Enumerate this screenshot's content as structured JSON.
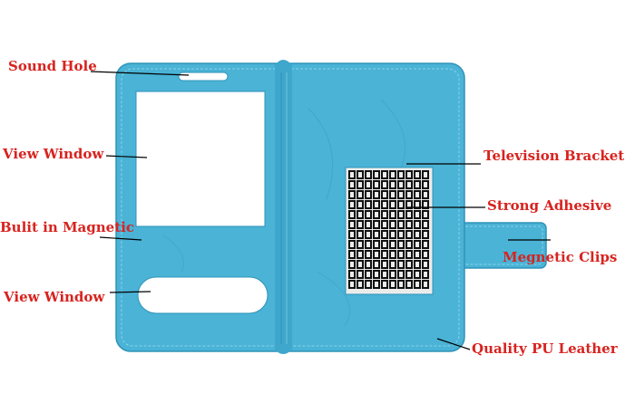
{
  "callouts": {
    "sound_hole": "Sound Hole",
    "view_window_top": "View Window",
    "built_in_magnetic": "Bulit in Magnetic",
    "view_window_bottom": "View Window",
    "television_bracket": "Television Bracket",
    "strong_adhesive": "Strong Adhesive",
    "magnetic_clips": "Megnetic Clips",
    "pu_leather": "Quality PU Leather"
  },
  "colors": {
    "case": "#4ab3d6",
    "case_edge": "#2f93b8",
    "stitch": "#8dd2ea",
    "label": "#d8231f",
    "window": "#ffffff",
    "adhesive_bg": "#ececec",
    "adhesive_grid": "#111111",
    "leader": "#000000"
  }
}
